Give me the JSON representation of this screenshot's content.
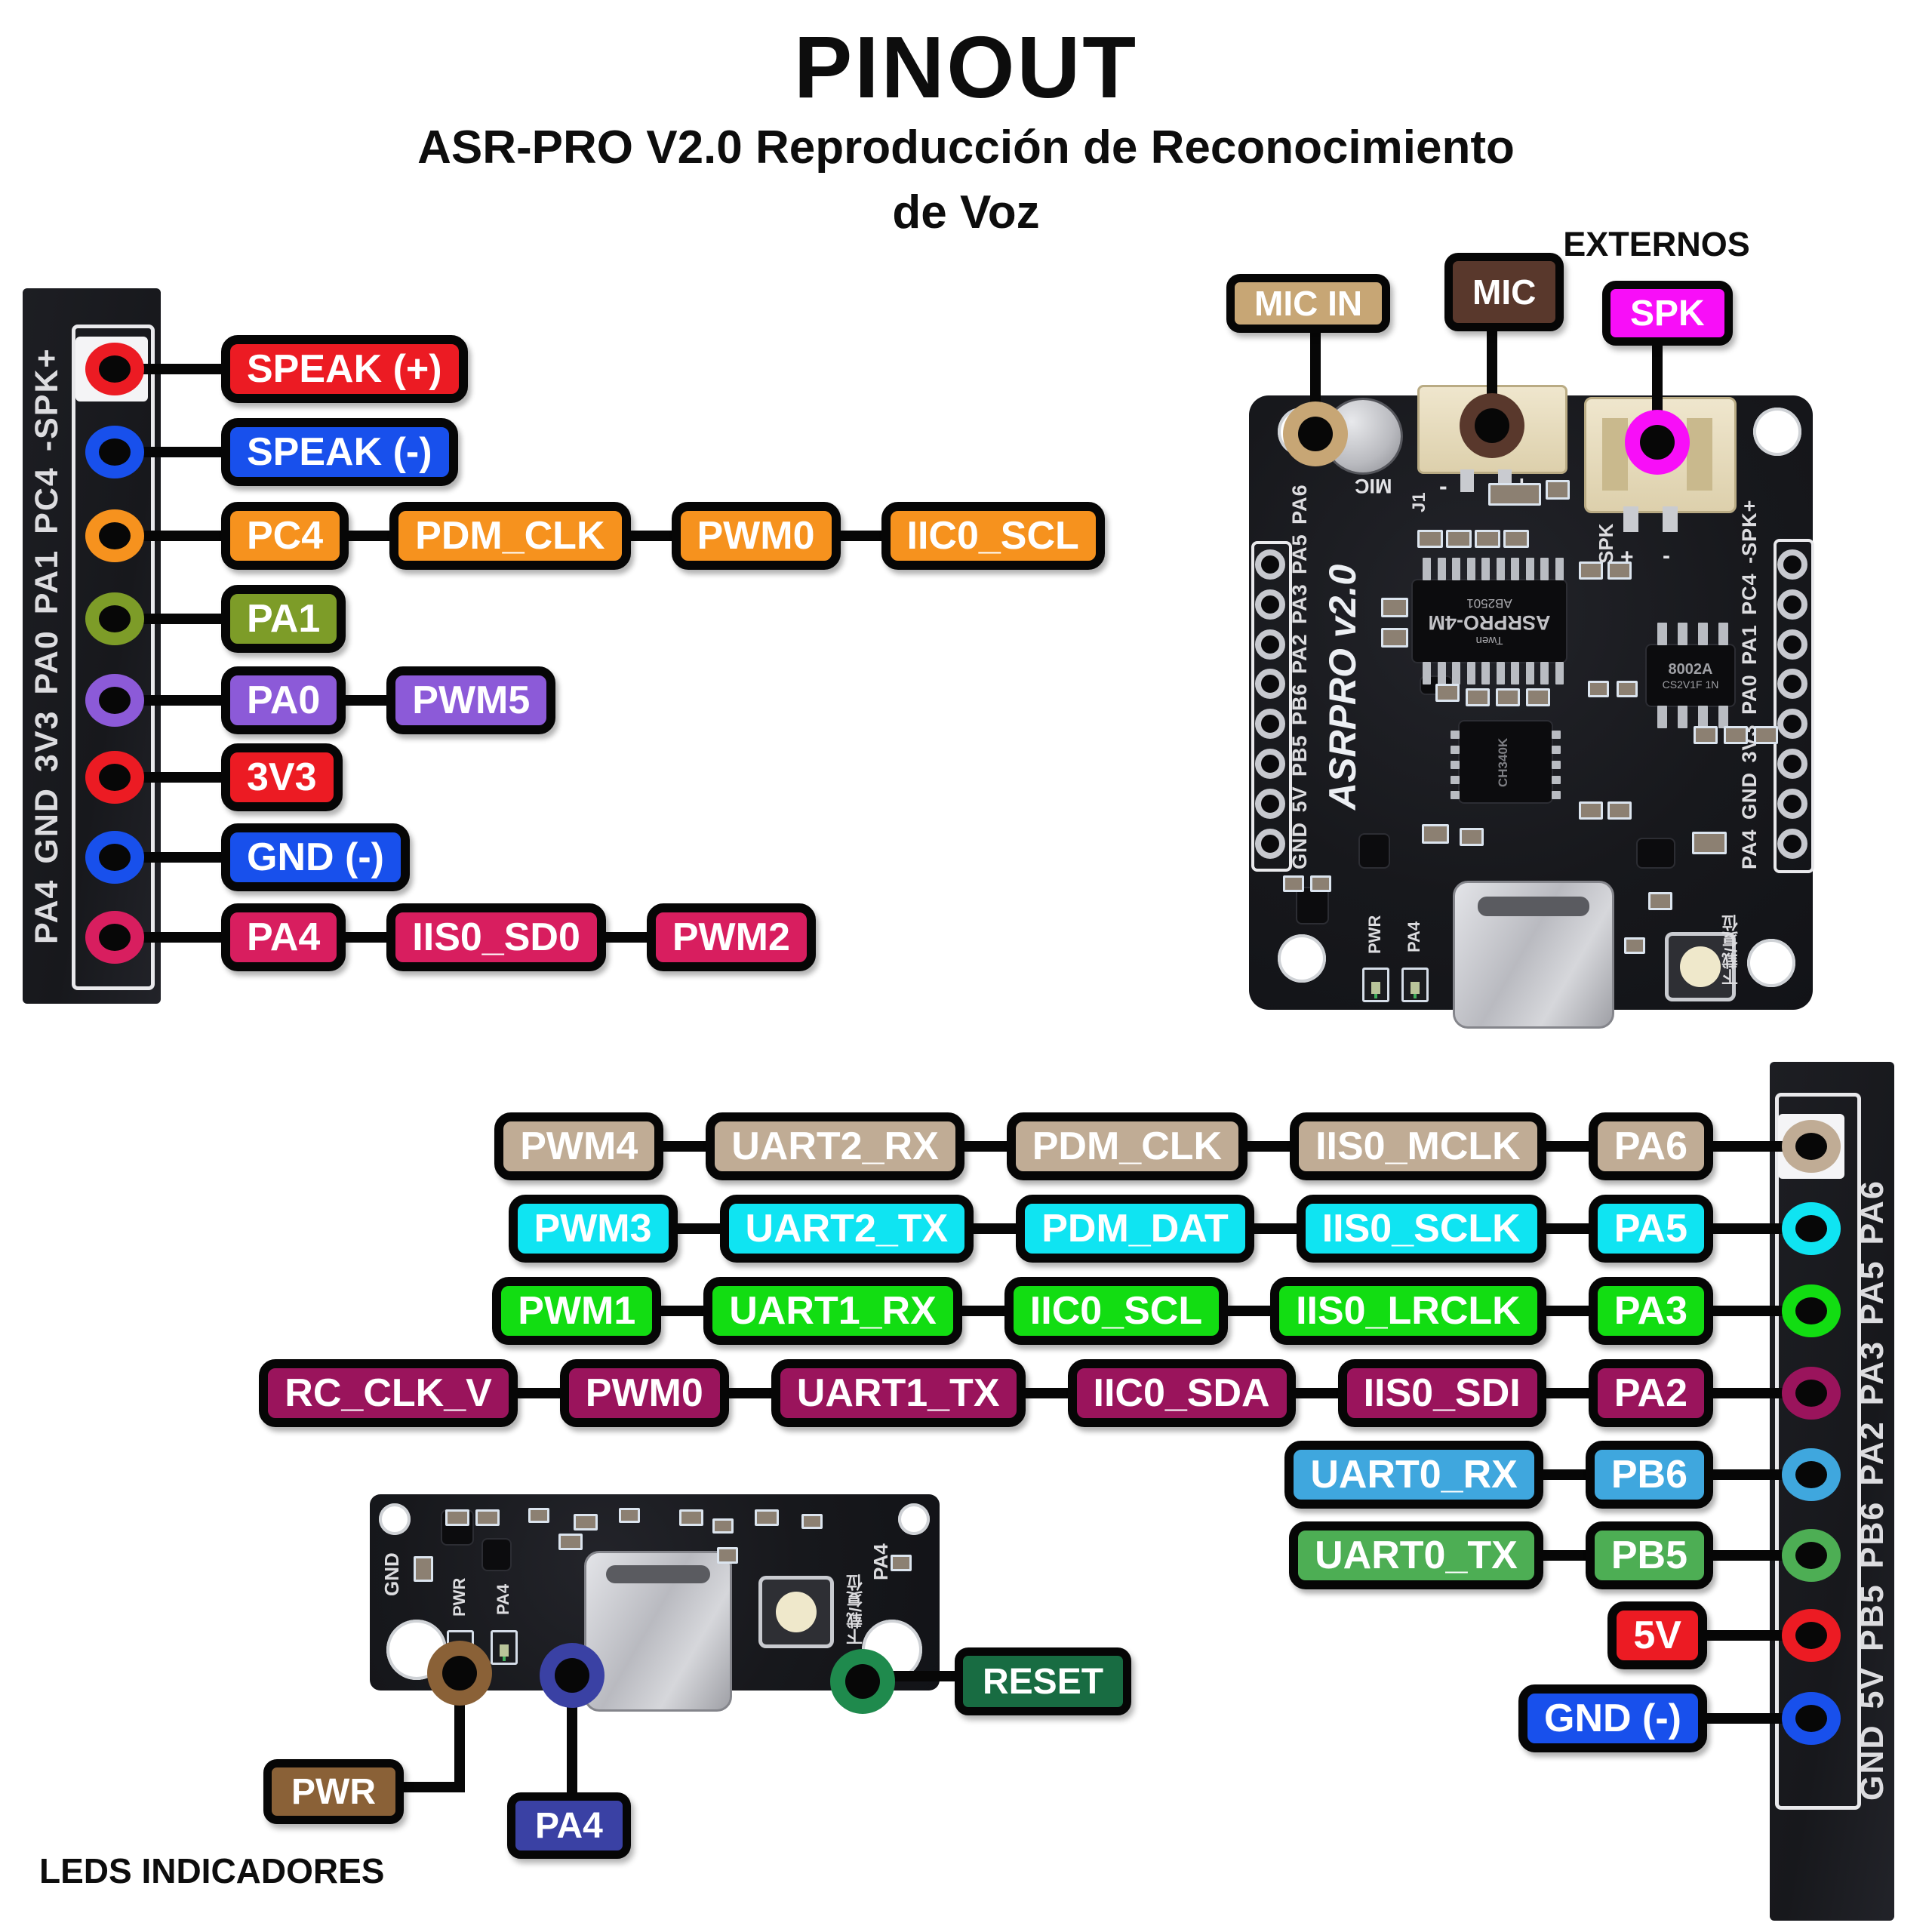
{
  "page": {
    "title": "PINOUT",
    "subtitle_line1": "ASR-PRO V2.0 Reproducción de Reconocimiento",
    "subtitle_line2": "de Voz"
  },
  "colors": {
    "red": "#EC1B23",
    "blue": "#1850EC",
    "orange": "#F6921E",
    "olive": "#7D9C28",
    "purple": "#8C5AD8",
    "crimson": "#D81E5F",
    "tan": "#C0AC95",
    "cyan": "#0FE4F2",
    "green": "#12DD12",
    "magenta": "#9A145C",
    "lightblue": "#3FA7DE",
    "mediumgreen": "#4DAE54",
    "mic_in_tan": "#C7A675",
    "mic_brown": "#59382C",
    "spk_magenta": "#F80EF8",
    "pwr_brown": "#8A6137",
    "pa4_indigo": "#3A41A4",
    "reset_green": "#186C42",
    "reset_dot": "#1F8A4D"
  },
  "left_header": {
    "silkscreen": "PA4 GND 3V3 PA0 PA1 PC4  -SPK+",
    "rows": [
      {
        "color": "red",
        "labels": [
          "SPEAK (+)"
        ]
      },
      {
        "color": "blue",
        "labels": [
          "SPEAK (-)"
        ]
      },
      {
        "color": "orange",
        "labels": [
          "PC4",
          "PDM_CLK",
          "PWM0",
          "IIC0_SCL"
        ]
      },
      {
        "color": "olive",
        "labels": [
          "PA1"
        ]
      },
      {
        "color": "purple",
        "labels": [
          "PA0",
          "PWM5"
        ]
      },
      {
        "color": "red",
        "labels": [
          "3V3"
        ]
      },
      {
        "color": "blue",
        "labels": [
          "GND (-)"
        ]
      },
      {
        "color": "crimson",
        "labels": [
          "PA4",
          "IIS0_SD0",
          "PWM2"
        ]
      }
    ]
  },
  "right_header": {
    "silkscreen": "GND 5V PB5 PB6 PA2 PA3 PA5 PA6",
    "rows": [
      {
        "color": "tan",
        "labels": [
          "PWM4",
          "UART2_RX",
          "PDM_CLK",
          "IIS0_MCLK",
          "PA6"
        ]
      },
      {
        "color": "cyan",
        "labels": [
          "PWM3",
          "UART2_TX",
          "PDM_DAT",
          "IIS0_SCLK",
          "PA5"
        ]
      },
      {
        "color": "green",
        "labels": [
          "PWM1",
          "UART1_RX",
          "IIC0_SCL",
          "IIS0_LRCLK",
          "PA3"
        ]
      },
      {
        "color": "magenta",
        "labels": [
          "RC_CLK_V",
          "PWM0",
          "UART1_TX",
          "IIC0_SDA",
          "IIS0_SDI",
          "PA2"
        ]
      },
      {
        "color": "lightblue",
        "labels": [
          "UART0_RX",
          "PB6"
        ]
      },
      {
        "color": "mediumgreen",
        "labels": [
          "UART0_TX",
          "PB5"
        ]
      },
      {
        "color": "red",
        "labels": [
          "5V"
        ]
      },
      {
        "color": "blue",
        "labels": [
          "GND (-)"
        ]
      }
    ]
  },
  "main_board": {
    "name": "ASRPRO v2.0",
    "left_silk": "GND 5V PB5 PB6 PA2 PA3 PA5 PA6",
    "right_silk": "PA4 GND 3V3 PA0 PA1 PC4  -SPK+",
    "mic_silk": "MIC",
    "j1_silk": "J1",
    "spk_silk": "SPK",
    "plus": "+",
    "minus": "-",
    "chip_brand": "Twen",
    "chip_model": "ASRPRO-4M",
    "chip_code": "AB2501",
    "amp_model": "8002A",
    "amp_code": "CS2V1F 1N",
    "usb_chip": "CH340K",
    "reset_silk": "下载/复位",
    "pwr_silk": "PWR",
    "pa4_silk": "PA4"
  },
  "small_board": {
    "gnd_silk": "GND",
    "pa4_corner_silk": "PA4",
    "pwr_silk": "PWR",
    "pa4_silk": "PA4",
    "reset_silk": "下载/复位"
  },
  "annotations": {
    "mic_in": "MIC IN",
    "mic": "MIC",
    "externos": "EXTERNOS",
    "spk": "SPK",
    "pwr": "PWR",
    "pa4": "PA4",
    "reset": "RESET",
    "leds": "LEDS INDICADORES"
  }
}
